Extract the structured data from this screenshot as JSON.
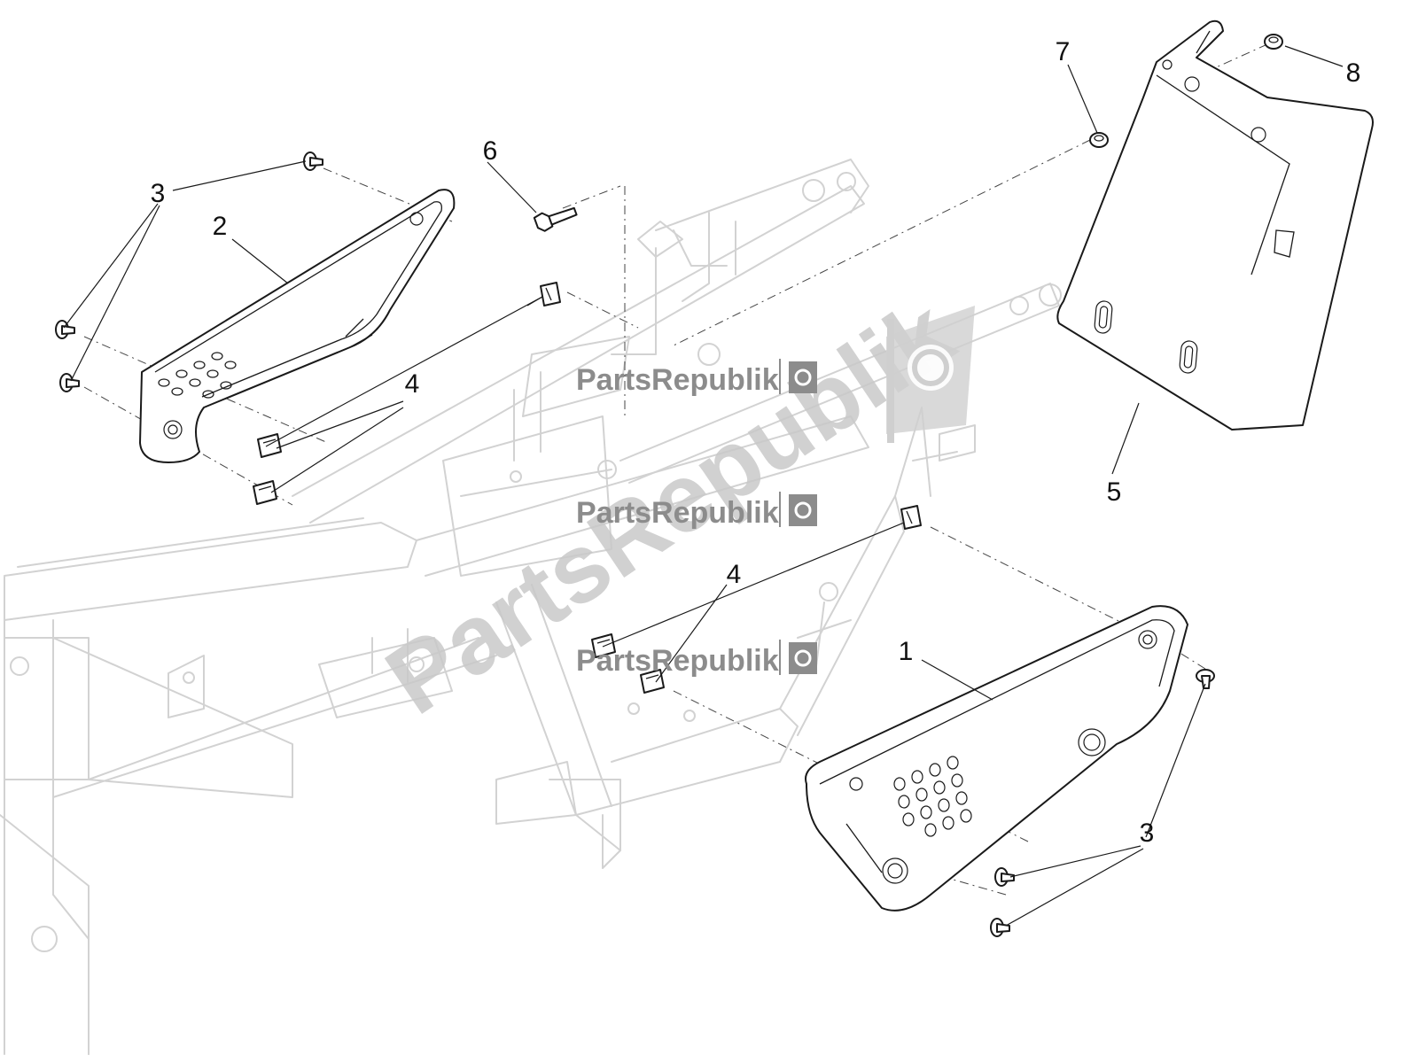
{
  "diagram": {
    "callouts": [
      "1",
      "2",
      "3",
      "3",
      "4",
      "4",
      "5",
      "6",
      "7",
      "8"
    ],
    "watermark": {
      "brand": "PartsRepublik",
      "diagonal": "PartsRepublik",
      "icon": "gear-flag-icon"
    }
  }
}
